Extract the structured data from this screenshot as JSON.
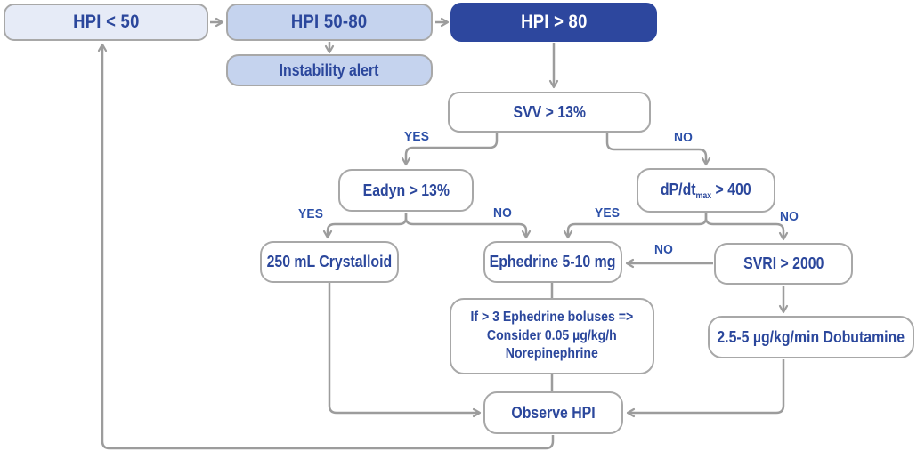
{
  "title": "HPI hemodynamic management flowchart",
  "colors": {
    "dark_blue": "#2d479e",
    "light_blue": "#c5d3ee",
    "pale_blue": "#e6ebf7",
    "text_blue": "#2b479c",
    "label_blue": "#2b4fa8",
    "line_gray": "#9c9c9c",
    "box_border_gray": "#a8a8a8",
    "box_white": "#ffffff"
  },
  "nodes": {
    "hpi_lt_50": {
      "label": "HPI < 50"
    },
    "hpi_50_80": {
      "label": "HPI 50-80"
    },
    "hpi_gt_80": {
      "label": "HPI > 80"
    },
    "instability": {
      "label": "Instability alert"
    },
    "svv": {
      "label": "SVV > 13%"
    },
    "eadyn": {
      "label": "Eadyn > 13%"
    },
    "dpdt": {
      "pre": "dP/dt",
      "sub": "max",
      "post": " > 400"
    },
    "crystalloid": {
      "label": "250 mL Crystalloid"
    },
    "ephedrine": {
      "label": "Ephedrine 5-10 mg"
    },
    "svri": {
      "label": "SVRI > 2000"
    },
    "dobutamine": {
      "label": "2.5-5 µg/kg/min Dobutamine"
    },
    "norepinephrine": {
      "lines": [
        "If > 3 Ephedrine boluses =>",
        "Consider 0.05 µg/kg/h",
        "Norepinephrine"
      ]
    },
    "observe": {
      "label": "Observe HPI"
    }
  },
  "edge_labels": {
    "svv_yes": "YES",
    "svv_no": "NO",
    "eadyn_yes": "YES",
    "eadyn_no": "NO",
    "dpdt_yes": "YES",
    "dpdt_no": "NO",
    "svri_no": "NO"
  }
}
